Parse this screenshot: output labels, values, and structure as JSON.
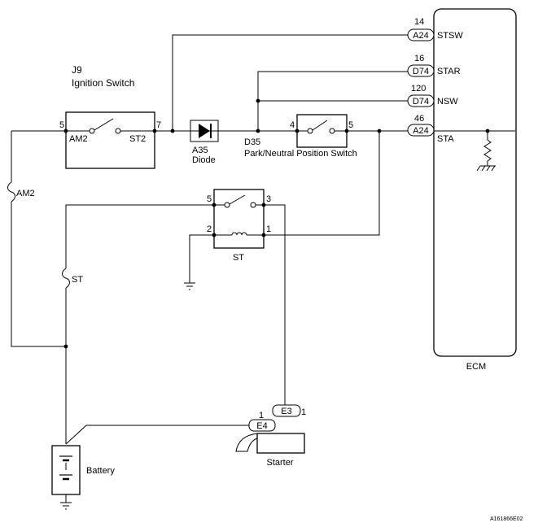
{
  "ignition_switch": {
    "label": "J9",
    "name": "Ignition Switch",
    "terminal_am2": "AM2",
    "terminal_st2": "ST2",
    "pin_left": "5",
    "pin_right": "7"
  },
  "diode": {
    "label": "A35",
    "name": "Diode"
  },
  "park_neutral_switch": {
    "label": "D35",
    "name": "Park/Neutral Position Switch",
    "pin_left": "4",
    "pin_right": "5"
  },
  "st_relay": {
    "name": "ST",
    "pin_tl": "5",
    "pin_tr": "3",
    "pin_bl": "2",
    "pin_br": "1"
  },
  "fuses": {
    "am2": "AM2",
    "st": "ST"
  },
  "ecm": {
    "name": "ECM",
    "terminals": [
      {
        "pin": "14",
        "connector": "A24",
        "name": "STSW"
      },
      {
        "pin": "16",
        "connector": "D74",
        "name": "STAR"
      },
      {
        "pin": "120",
        "connector": "D74",
        "name": "NSW"
      },
      {
        "pin": "46",
        "connector": "A24",
        "name": "STA"
      }
    ]
  },
  "starter": {
    "name": "Starter",
    "conn_e3": "E3",
    "conn_e3_pin": "1",
    "conn_e4": "E4",
    "conn_e4_pin": "1"
  },
  "battery": {
    "name": "Battery"
  },
  "figure_id": "A161866E02"
}
